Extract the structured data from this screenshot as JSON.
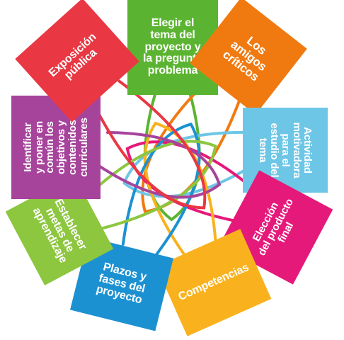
{
  "cards": [
    {
      "id": "elegir",
      "text": "Elegir el\ntema del\nproyecto y\nla pregunta\nproblema",
      "color": "#5BB431"
    },
    {
      "id": "amigos",
      "text": "Los\namigos\ncríticos",
      "color": "#F07A10"
    },
    {
      "id": "actividad",
      "text": "Actividad\nmotivadora\npara el\nestudio del\ntema",
      "color": "#6EC6E6"
    },
    {
      "id": "eleccion",
      "text": "Elección\ndel producto\nfinal",
      "color": "#E5197A"
    },
    {
      "id": "competencias",
      "text": "Competencias",
      "color": "#F9B21E"
    },
    {
      "id": "plazos",
      "text": "Plazos y\nfases del\nproyecto",
      "color": "#1C91D2"
    },
    {
      "id": "metas",
      "text": "Establecer\nmetas de\naprendizaje",
      "color": "#8DC63F"
    },
    {
      "id": "identificar",
      "text": "Identificar\ny poner en\ncomún los\nobjetivos y\ncontenidos\ncurriculares",
      "color": "#A6449B"
    },
    {
      "id": "exposicion",
      "text": "Exposición\npública",
      "color": "#E93843"
    }
  ]
}
